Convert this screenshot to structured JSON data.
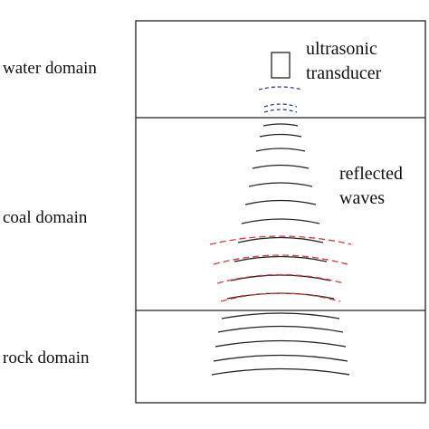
{
  "domains": [
    {
      "label": "water domain"
    },
    {
      "label": "coal domain"
    },
    {
      "label": "rock domain"
    }
  ],
  "annotations": {
    "transducer_line1": "ultrasonic",
    "transducer_line2": "transducer",
    "reflected_line1": "reflected",
    "reflected_line2": "waves"
  },
  "colors": {
    "outline": "#222222",
    "emitted_wave": "#222222",
    "water_wave": "#2f3f8f",
    "reflected_wave": "#d43a3a"
  }
}
